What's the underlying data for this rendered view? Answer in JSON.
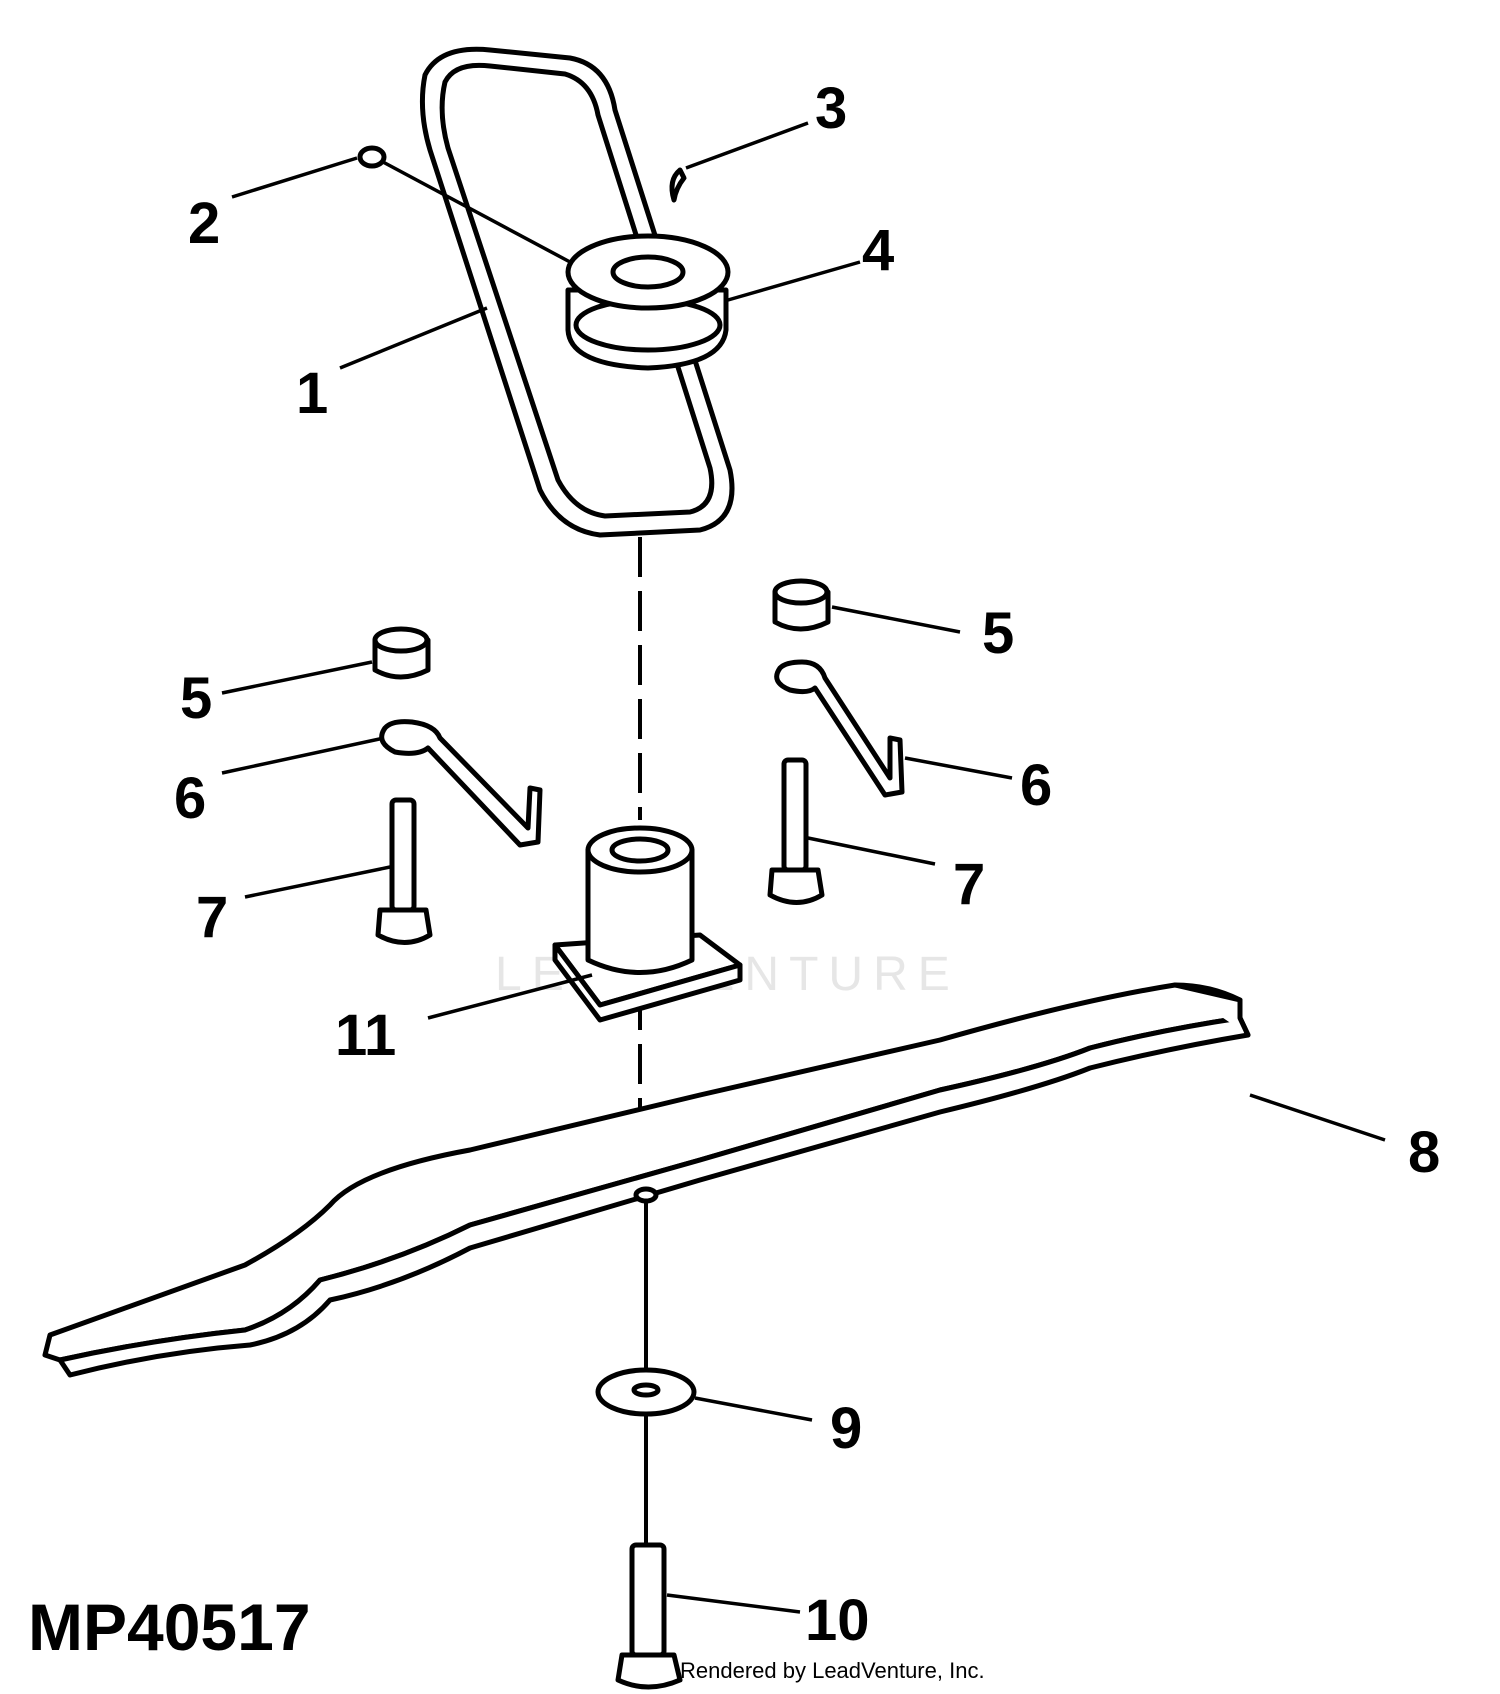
{
  "figure_id": "MP40517",
  "watermark": "LEADVENTURE",
  "credit": "Rendered by LeadVenture, Inc.",
  "callouts": [
    {
      "id": "c1",
      "text": "1"
    },
    {
      "id": "c2",
      "text": "2"
    },
    {
      "id": "c3",
      "text": "3"
    },
    {
      "id": "c4",
      "text": "4"
    },
    {
      "id": "c5a",
      "text": "5"
    },
    {
      "id": "c5b",
      "text": "5"
    },
    {
      "id": "c6a",
      "text": "6"
    },
    {
      "id": "c6b",
      "text": "6"
    },
    {
      "id": "c7a",
      "text": "7"
    },
    {
      "id": "c7b",
      "text": "7"
    },
    {
      "id": "c8",
      "text": "8"
    },
    {
      "id": "c9",
      "text": "9"
    },
    {
      "id": "c10",
      "text": "10"
    },
    {
      "id": "c11",
      "text": "11"
    }
  ]
}
